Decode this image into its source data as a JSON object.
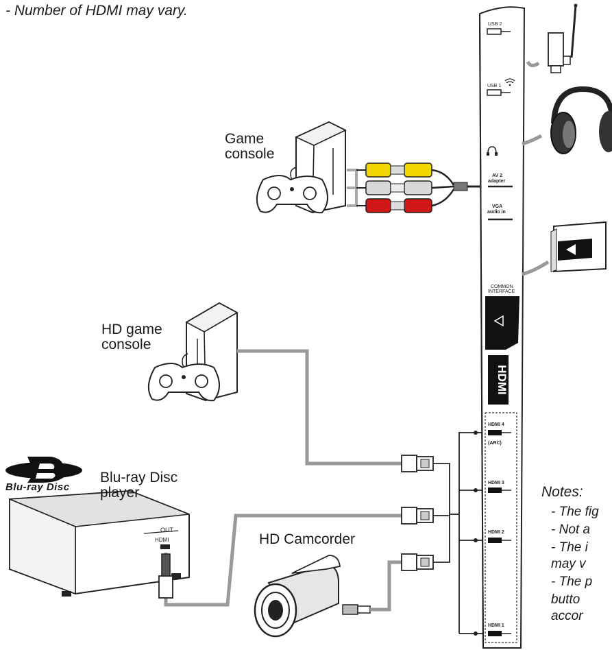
{
  "top_note": "- Number of HDMI may vary.",
  "devices": {
    "game_console": [
      "Game",
      "console"
    ],
    "hd_game_console": [
      "HD game",
      "console"
    ],
    "bluray_player": [
      "Blu-ray Disc",
      "player"
    ],
    "bluray_logo_text": "Blu-ray Disc",
    "hd_camcorder": "HD Camcorder"
  },
  "ports": {
    "usb2": "USB 2",
    "usb1": "USB 1",
    "av2_line1": "AV 2",
    "av2_line2": "adapter",
    "vga_line1": "VGA",
    "vga_line2": "audio in",
    "ci_line1": "COMMON",
    "ci_line2": "INTERFACE",
    "hdmi4": "HDMI 4",
    "hdmi4_arc": "(ARC)",
    "hdmi3": "HDMI 3",
    "hdmi2": "HDMI 2",
    "hdmi1": "HDMI 1",
    "hdmi_logo": "HDMI",
    "player_out": "OUT",
    "player_hdmi": "HDMI"
  },
  "notes": {
    "title": "Notes:",
    "lines": [
      "- The fig",
      "-  Not a",
      "-  The i",
      "   may v",
      "-  The p",
      "   butto",
      "   accor"
    ]
  },
  "colors": {
    "yellow_plug": "#f2d600",
    "white_plug": "#d8d8d8",
    "red_plug": "#d01818",
    "panel_black": "#111111"
  }
}
